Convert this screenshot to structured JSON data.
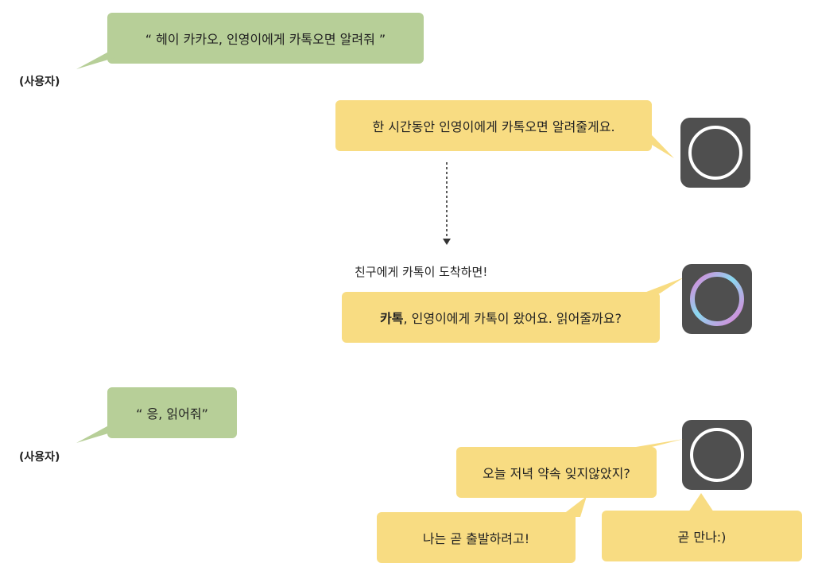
{
  "turn1": {
    "user_quote": "“ 헤이 카카오, 인영이에게 카톡오면 알려줘 ”",
    "speaker": "(사용자)",
    "reply": "한 시간동안 인영이에게 카톡오면 알려줄게요."
  },
  "event": {
    "note": "친구에게 카톡이 도착하면!",
    "notify_bold": "카톡",
    "notify_rest": ", 인영이에게 카톡이 왔어요. 읽어줄까요?"
  },
  "turn2": {
    "user_quote": "“ 응, 읽어줘”",
    "speaker": "(사용자)",
    "msg1": "오늘 저녁 약속 잊지않았지?",
    "msg2": "나는 곧 출발하려고!",
    "msg3": "곧 만나:)"
  },
  "colors": {
    "user_bubble": "#b7cf98",
    "speaker_bubble": "#f8dc82",
    "device_body": "#4f4f4f",
    "ring_idle": "#ffffff",
    "ring_active_a": "#8ad9f0",
    "ring_active_b": "#e07fd6"
  },
  "icons": [
    "speaker-device-icon",
    "speaker-device-active-icon",
    "arrow-down-icon"
  ]
}
